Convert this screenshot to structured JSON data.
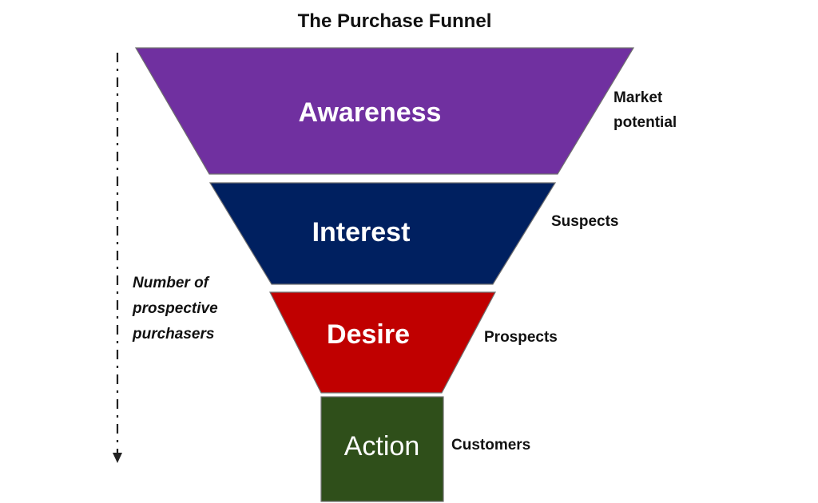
{
  "title": "The Purchase Funnel",
  "stages": [
    {
      "label": "Awareness",
      "side_label": [
        "Market",
        "potential"
      ],
      "color": "#7030A0"
    },
    {
      "label": "Interest",
      "side_label": [
        "Suspects"
      ],
      "color": "#002060"
    },
    {
      "label": "Desire",
      "side_label": [
        "Prospects"
      ],
      "color": "#C00000"
    },
    {
      "label": "Action",
      "side_label": [
        "Customers"
      ],
      "color": "#2F4F1A"
    }
  ],
  "axis": {
    "label": [
      "Number of",
      "prospective",
      "purchasers"
    ]
  }
}
